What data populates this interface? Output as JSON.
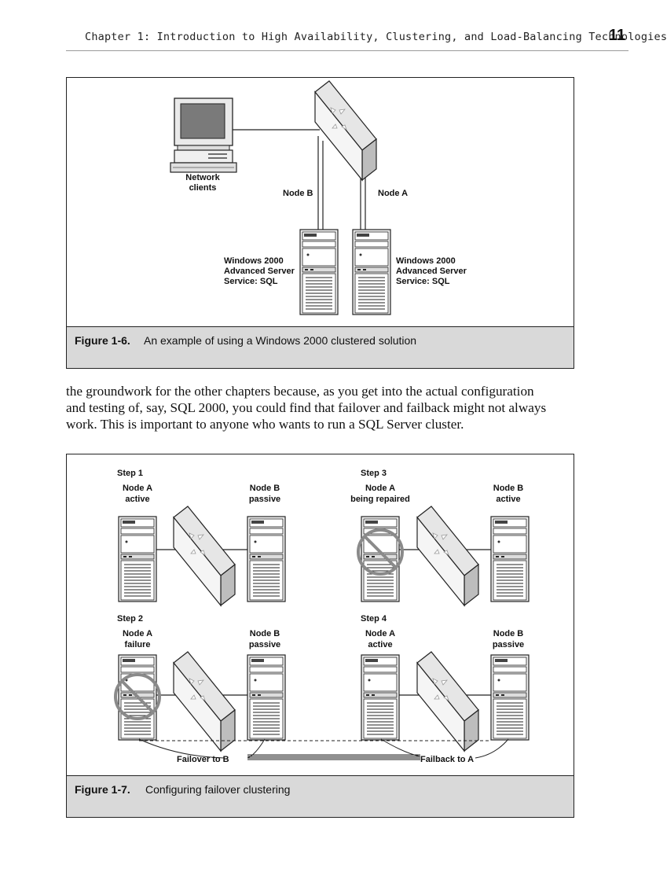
{
  "header": {
    "running_title": "Chapter 1:   Introduction to High Availability, Clustering, and Load-Balancing Technologies",
    "page_number": "11"
  },
  "figure6": {
    "number": "Figure 1-6.",
    "caption": "An example of using a Windows 2000 clustered solution",
    "labels": {
      "clients_line1": "Network",
      "clients_line2": "clients",
      "node_b": "Node B",
      "node_a": "Node A",
      "left_server": [
        "Windows 2000",
        "Advanced Server",
        "Service: SQL"
      ],
      "right_server": [
        "Windows 2000",
        "Advanced Server",
        "Service: SQL"
      ]
    }
  },
  "body_text": [
    "the groundwork for the other chapters because, as you get into the actual configuration",
    "and testing of, say, SQL 2000, you could find that failover and failback might not always",
    "work. This is important to anyone who wants to run a SQL Server cluster."
  ],
  "figure7": {
    "number": "Figure 1-7.",
    "caption": "Configuring failover clustering",
    "steps": [
      {
        "step": "Step 1",
        "a_name": "Node A",
        "a_state": "active",
        "b_name": "Node B",
        "b_state": "passive"
      },
      {
        "step": "Step 3",
        "a_name": "Node A",
        "a_state": "being repaired",
        "b_name": "Node B",
        "b_state": "active"
      },
      {
        "step": "Step 2",
        "a_name": "Node A",
        "a_state": "failure",
        "b_name": "Node B",
        "b_state": "passive"
      },
      {
        "step": "Step 4",
        "a_name": "Node A",
        "a_state": "active",
        "b_name": "Node B",
        "b_state": "passive"
      }
    ],
    "failover_label": "Failover to B",
    "failback_label": "Failback to A"
  }
}
